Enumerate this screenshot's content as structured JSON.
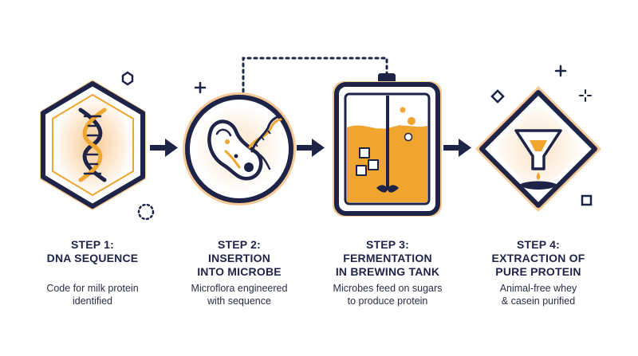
{
  "colors": {
    "navy": "#1e2348",
    "amber": "#f0a52e",
    "peach": "#f6c994",
    "cream": "#fde9d2"
  },
  "steps": [
    {
      "title": [
        "STEP 1:",
        "DNA SEQUENCE"
      ],
      "description": [
        "Code for milk protein",
        "identified"
      ],
      "icon": "dna-helix-icon"
    },
    {
      "title": [
        "STEP 2:",
        "INSERTION",
        "INTO MICROBE"
      ],
      "description": [
        "Microflora engineered",
        "with sequence"
      ],
      "icon": "microbe-icon"
    },
    {
      "title": [
        "STEP 3:",
        "FERMENTATION",
        "IN BREWING TANK"
      ],
      "description": [
        "Microbes feed on sugars",
        "to produce protein"
      ],
      "icon": "brewing-tank-icon"
    },
    {
      "title": [
        "STEP 4:",
        "EXTRACTION OF",
        "PURE PROTEIN"
      ],
      "description": [
        "Animal-free whey",
        "& casein purified"
      ],
      "icon": "funnel-icon"
    }
  ]
}
